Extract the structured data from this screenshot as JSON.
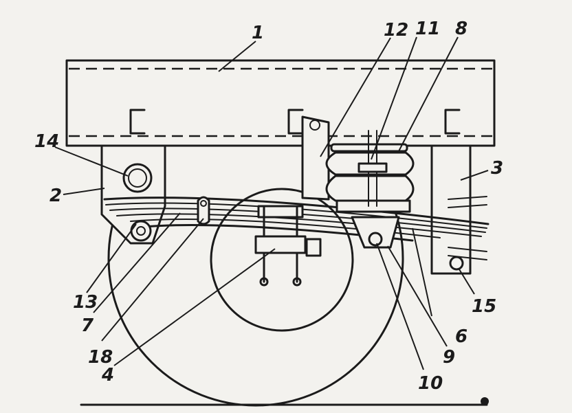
{
  "labels": {
    "l1": "1",
    "l2": "2",
    "l3": "3",
    "l4": "4",
    "l6": "6",
    "l7": "7",
    "l8": "8",
    "l9": "9",
    "l10": "10",
    "l11": "11",
    "l12": "12",
    "l13": "13",
    "l14": "14",
    "l15": "15",
    "l18": "18"
  }
}
